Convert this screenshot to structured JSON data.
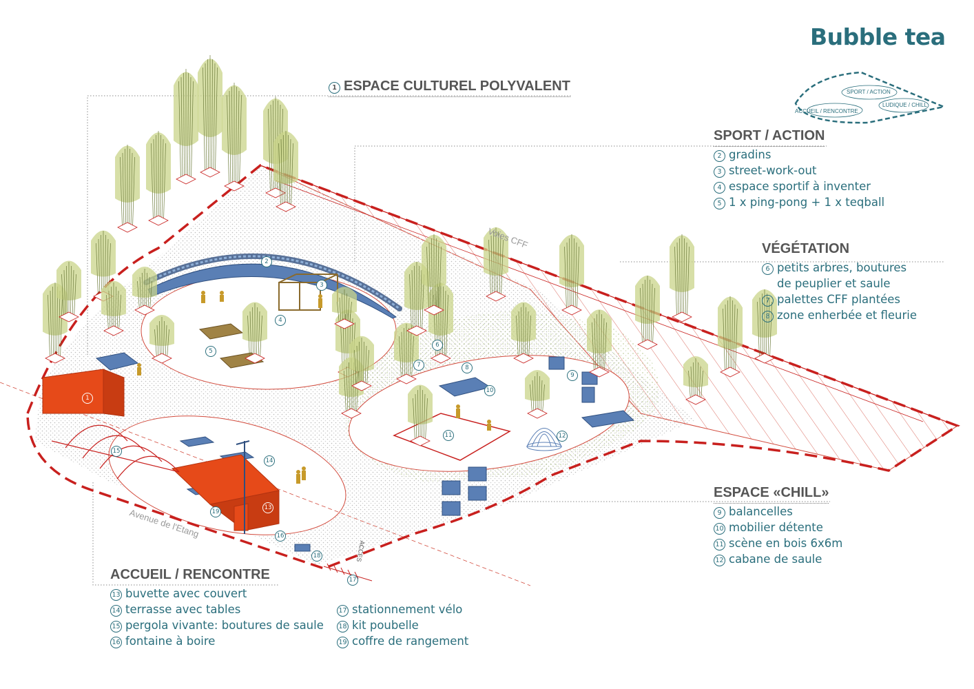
{
  "title": "Bubble tea",
  "legend_mini": {
    "sport": "SPORT / ACTION",
    "ludique": "LUDIQUE / CHILL",
    "accueil": "ACCUEIL / RENCONTRE"
  },
  "sections": {
    "culturel": {
      "num": "1",
      "heading": "ESPACE CULTUREL POLYVALENT"
    },
    "sport": {
      "heading": "SPORT / ACTION",
      "items": [
        {
          "num": "2",
          "text": "gradins"
        },
        {
          "num": "3",
          "text": "street-work-out"
        },
        {
          "num": "4",
          "text": "espace sportif à inventer"
        },
        {
          "num": "5",
          "text": "1 x ping-pong + 1 x teqball"
        }
      ]
    },
    "vegetation": {
      "heading": "VÉGÉTATION",
      "items": [
        {
          "num": "6",
          "text": "petits arbres, boutures",
          "cont": "de peuplier et saule"
        },
        {
          "num": "7",
          "text": "palettes CFF plantées"
        },
        {
          "num": "8",
          "text": "zone enherbée et fleurie"
        }
      ]
    },
    "chill": {
      "heading": "ESPACE «CHILL»",
      "items": [
        {
          "num": "9",
          "text": "balancelles"
        },
        {
          "num": "10",
          "text": "mobilier détente"
        },
        {
          "num": "11",
          "text": "scène en bois 6x6m"
        },
        {
          "num": "12",
          "text": "cabane de saule"
        }
      ]
    },
    "accueil": {
      "heading": "ACCUEIL / RENCONTRE",
      "items_left": [
        {
          "num": "13",
          "text": "buvette avec couvert"
        },
        {
          "num": "14",
          "text": "terrasse avec tables"
        },
        {
          "num": "15",
          "text": "pergola vivante: boutures de saule"
        },
        {
          "num": "16",
          "text": "fontaine à boire"
        }
      ],
      "items_right": [
        {
          "num": "17",
          "text": "stationnement vélo"
        },
        {
          "num": "18",
          "text": "kit poubelle"
        },
        {
          "num": "19",
          "text": "coffre de rangement"
        }
      ]
    }
  },
  "map_labels": {
    "voies": "Voies CFF",
    "avenue": "Avenue de l'Etang",
    "acces": "ACCES"
  },
  "map_markers": [
    "1",
    "2",
    "3",
    "4",
    "5",
    "6",
    "7",
    "8",
    "9",
    "10",
    "11",
    "12",
    "13",
    "14",
    "15",
    "16",
    "17",
    "18",
    "19"
  ],
  "colors": {
    "teal": "#2a6e7c",
    "red": "#c8201e",
    "orange": "#e64a19",
    "blue": "#5a7fb5",
    "tree": "#c9d48a",
    "wood": "#8a6a2c",
    "figure": "#c79a2a"
  }
}
